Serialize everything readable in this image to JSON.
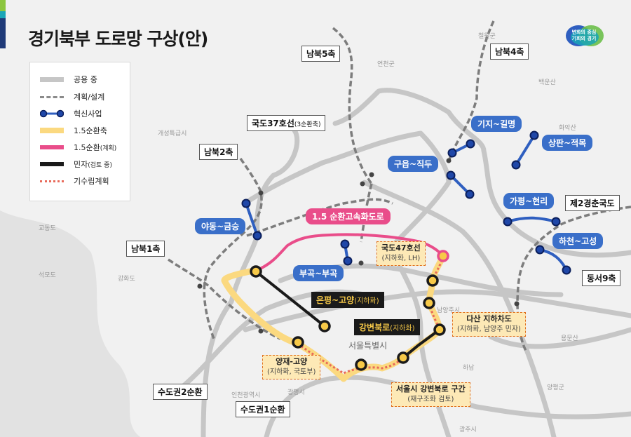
{
  "title": "경기북부 도로망 구상(안)",
  "colors": {
    "existing": "#c6c6c6",
    "planned": "#8a8a8a",
    "innovation": "#2f5fc0",
    "ring15": "#fbd980",
    "ring15_planned": "#e94d8a",
    "private": "#1a1a1a",
    "preplanned": "#e86a5a",
    "bar_green": "#8cc63f",
    "bar_teal": "#1aa6b7",
    "bar_navy": "#1f3a78"
  },
  "legend": [
    {
      "label": "공용 중",
      "icon": "solid-gray-line"
    },
    {
      "label": "계획/설계",
      "icon": "dashed-gray-line"
    },
    {
      "label": "혁신사업",
      "icon": "blue-node-line"
    },
    {
      "label": "1.5순환축",
      "icon": "yellow-line"
    },
    {
      "label": "1.5순환",
      "sub": "(계획)",
      "icon": "pink-line"
    },
    {
      "label": "민자",
      "sub": "(검토 중)",
      "icon": "black-line"
    },
    {
      "label": "기수립계획",
      "icon": "dotted-red-line"
    }
  ],
  "logo": {
    "line1": "변화의 중심",
    "line2": "기회의 경기"
  },
  "axes": {
    "ns5": "남북5축",
    "ns4": "남북4축",
    "ns2": "남북2축",
    "ns1": "남북1축",
    "r37": "국도37호선",
    "r37_sub": "(3순환축)",
    "gyeongchun": "제2경춘국도",
    "ew9": "동서9축",
    "ring2": "수도권2순환",
    "ring1": "수도권1순환"
  },
  "innovation_projects": [
    "기지~길명",
    "상판~적목",
    "구읍~직두",
    "가평~현리",
    "하천~고성",
    "야동~금승",
    "부곡~부곡"
  ],
  "ring15_label": "1.5 순환고속화도로",
  "private": [
    {
      "label": "은평~고양",
      "sub": "(지하화)"
    },
    {
      "label": "강변북로",
      "sub": "(지하화)"
    }
  ],
  "planned_boxes": [
    {
      "title": "국도47호선",
      "sub": "(지하화, LH)"
    },
    {
      "title": "다산 지하차도",
      "sub": "(지하화, 남양주 민자)"
    },
    {
      "title": "양재-고양",
      "sub": "(지하화, 국토부)"
    },
    {
      "title": "서울시 강변북로 구간",
      "sub": "(재구조화 검토)"
    }
  ],
  "places": [
    "연천군",
    "개성특급시",
    "서울특별시",
    "남양주시",
    "광명시",
    "광주시",
    "철원군",
    "백운산",
    "화악산",
    "강화도",
    "교동도",
    "석모도",
    "하남",
    "용문산",
    "인천광역시",
    "양평군"
  ]
}
